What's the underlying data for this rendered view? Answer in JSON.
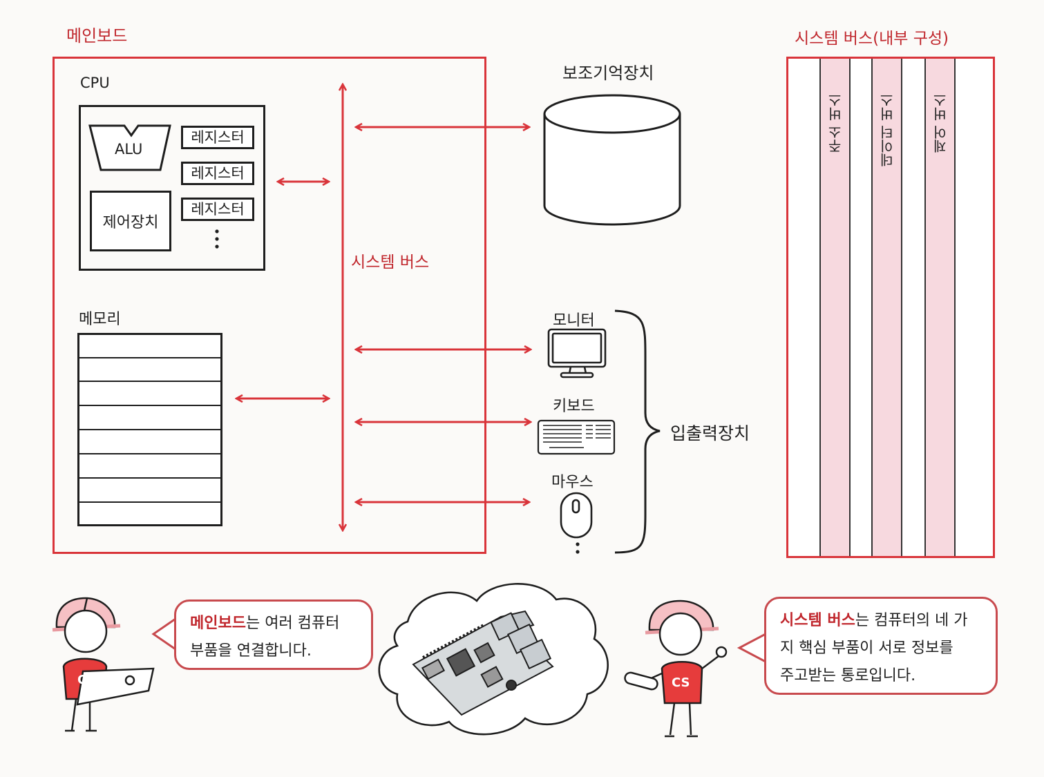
{
  "mainboard": {
    "title": "메인보드",
    "cpu_label": "CPU",
    "alu_label": "ALU",
    "control_unit_label": "제어장치",
    "registers": [
      "레지스터",
      "레지스터",
      "레지스터"
    ],
    "memory_label": "메모리",
    "system_bus_label": "시스템 버스"
  },
  "devices": {
    "storage_label": "보조기억장치",
    "monitor_label": "모니터",
    "keyboard_label": "키보드",
    "mouse_label": "마우스",
    "io_label": "입출력장치"
  },
  "bus_internal": {
    "title": "시스템 버스(내부 구성)",
    "lanes": [
      "주소 버스",
      "데이터 버스",
      "제어 버스"
    ]
  },
  "captions": {
    "left_bold": "메인보드",
    "left_rest_line1": "는 여러 컴퓨터",
    "left_line2": "부품을 연결합니다.",
    "right_bold": "시스템 버스",
    "right_rest_line1": "는 컴퓨터의 네 가",
    "right_line2": "지 핵심 부품이 서로 정보를",
    "right_line3": "주고받는 통로입니다.",
    "shirt_text": "CS"
  },
  "colors": {
    "accent": "#d9343a",
    "lane_fill": "#f7d9df"
  }
}
